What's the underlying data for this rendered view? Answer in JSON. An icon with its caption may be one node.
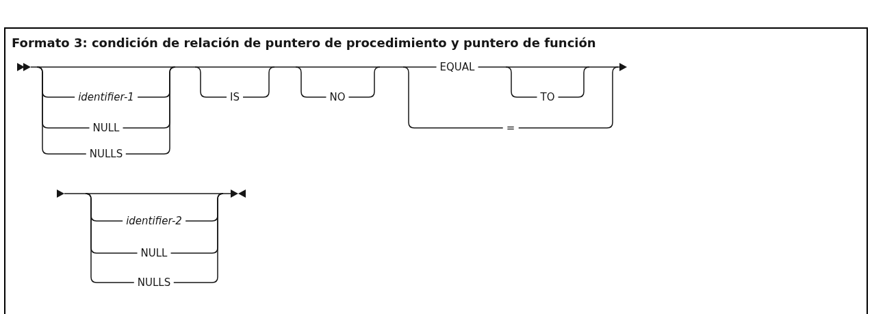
{
  "diagram": {
    "title": "Formato 3: condición de relación de puntero de procedimiento y puntero de función",
    "labels": [
      "EQUAL",
      "identifier-1",
      "IS",
      "NO",
      "TO",
      "NULL",
      "=",
      "NULLS",
      "identifier-2",
      "NULL",
      "NULLS"
    ]
  }
}
